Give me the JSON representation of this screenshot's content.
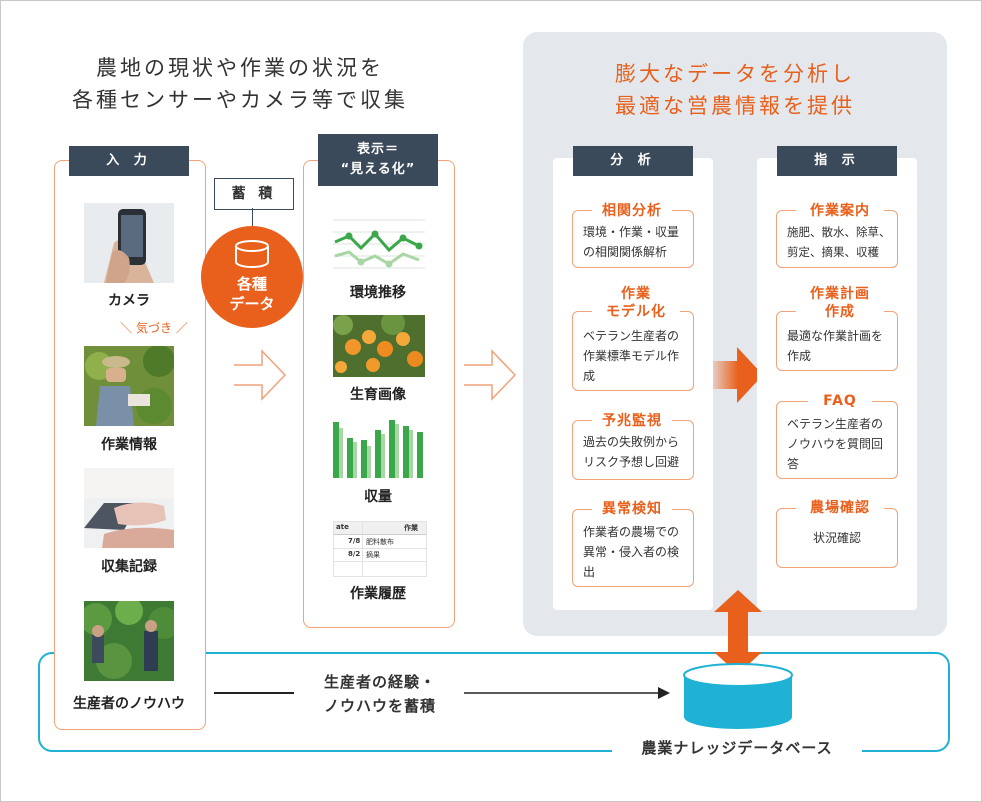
{
  "headline_left": [
    "農地の現状や作業の状況を",
    "各種センサーやカメラ等で収集"
  ],
  "headline_right": [
    "膨大なデータを分析し",
    "最適な営農情報を提供"
  ],
  "input": {
    "tag": "入 力",
    "items": [
      "カメラ",
      "作業情報",
      "収集記録",
      "生産者のノウハウ"
    ],
    "kizuki": "気づき"
  },
  "accumulate": {
    "tag": "蓄 積",
    "label_line1": "各種",
    "label_line2": "データ"
  },
  "display": {
    "tag_line1": "表示＝",
    "tag_line2": "“見える化”",
    "items": [
      "環境推移",
      "生育画像",
      "収量",
      "作業履歴"
    ],
    "table": {
      "header_left": "ate",
      "header_right": "作業",
      "rows": [
        {
          "date": "7/8",
          "work": "肥料散布"
        },
        {
          "date": "8/2",
          "work": "摘果"
        }
      ]
    }
  },
  "analysis": {
    "tag": "分 析",
    "items": [
      {
        "title": "相関分析",
        "body": "環境・作業・収量の相関関係解析"
      },
      {
        "title_line1": "作業",
        "title_line2": "モデル化",
        "body": "ベテラン生産者の作業標準モデル作成"
      },
      {
        "title": "予兆監視",
        "body": "過去の失敗例からリスク予想し回避"
      },
      {
        "title": "異常検知",
        "body": "作業者の農場での異常・侵入者の検出"
      }
    ]
  },
  "instruction": {
    "tag": "指 示",
    "items": [
      {
        "title": "作業案内",
        "body": "施肥、散水、除草、剪定、摘果、収穫"
      },
      {
        "title_line1": "作業計画",
        "title_line2": "作成",
        "body": "最適な作業計画を作成"
      },
      {
        "title": "FAQ",
        "body": "ベテラン生産者のノウハウを質問回答"
      },
      {
        "title": "農場確認",
        "body": "状況確認"
      }
    ]
  },
  "knowhow_flow": {
    "line1": "生産者の経験・",
    "line2": "ノウハウを蓄積"
  },
  "database_label": "農業ナレッジデータベース",
  "colors": {
    "accent": "#e8601c",
    "navy": "#3b4a5a",
    "cyan": "#1fb2d4",
    "panel": "#e4e8ec",
    "chart_green": "#3aa84a"
  }
}
